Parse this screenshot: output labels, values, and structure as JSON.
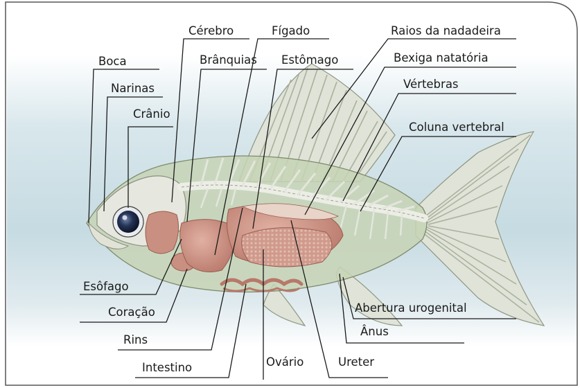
{
  "diagram": {
    "labels": {
      "boca": "Boca",
      "narinas": "Narinas",
      "cranio": "Crânio",
      "cerebro": "Cérebro",
      "branquias": "Brânquias",
      "figado": "Fígado",
      "estomago": "Estômago",
      "raios": "Raios da nadadeira",
      "bexiga": "Bexiga natatória",
      "vertebras": "Vértebras",
      "coluna": "Coluna vertebral",
      "esofago": "Esôfago",
      "coracao": "Coração",
      "rins": "Rins",
      "intestino": "Intestino",
      "ovario": "Ovário",
      "ureter": "Ureter",
      "anus": "Ânus",
      "abertura": "Abertura urogenital"
    },
    "colors": {
      "water": "#c9dde3",
      "body": "#c7d3b5",
      "bone": "#e6e8df",
      "organ": "#c98f80",
      "organ_dark": "#a9675a",
      "eye": "#1f2b48"
    }
  }
}
